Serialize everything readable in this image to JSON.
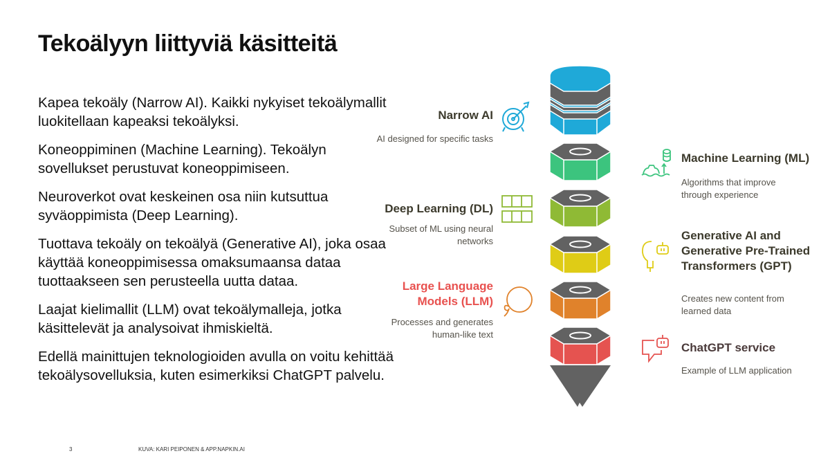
{
  "title": "Tekoälyyn liittyviä käsitteitä",
  "paragraphs": [
    "Kapea tekoäly (Narrow AI). Kaikki nykyiset tekoälymallit luokitellaan kapeaksi tekoälyksi.",
    "Koneoppiminen (Machine Learning). Tekoälyn sovellukset perustuvat koneoppimiseen.",
    "Neuroverkot ovat keskeinen osa niin kutsuttua syväoppimista (Deep Learning).",
    "Tuottava tekoäly on tekoälyä (Generative AI), joka osaa käyttää koneoppimisessa omaksumaansa dataa tuottaakseen sen perusteella uutta dataa.",
    "Laajat kielimallit (LLM) ovat tekoälymalleja, jotka käsittelevät ja analysoivat ihmiskieltä.",
    "Edellä mainittujen teknologioiden avulla on voitu kehittää tekoälysovelluksia, kuten esimerkiksi ChatGPT palvelu."
  ],
  "footer": {
    "page": "3",
    "credit": "KUVA: KARI PEIPONEN & APP.NAPKIN.AI"
  },
  "diagram": {
    "narrow": {
      "label": "Narrow AI",
      "desc": "AI designed for specific tasks",
      "icon": "target-icon",
      "color": "#1fa9d8"
    },
    "ml": {
      "label": "Machine Learning (ML)",
      "desc": "Algorithms that improve through experience",
      "icon": "gear-database-icon",
      "color": "#3cc47e"
    },
    "dl": {
      "label": "Deep Learning (DL)",
      "desc": "Subset of ML using neural networks",
      "icon": "grid-icon",
      "color": "#8fba35"
    },
    "gen": {
      "label": "Generative AI and Generative Pre-Trained Transformers (GPT)",
      "desc": "Creates new content from learned data",
      "icon": "lightbulb-robot-icon",
      "color": "#dfcc16"
    },
    "llm": {
      "label": "Large Language Models (LLM)",
      "desc": "Processes and generates human-like text",
      "icon": "speech-loop-icon",
      "color": "#e0822b",
      "label_color": "#e8514f"
    },
    "chat": {
      "label": "ChatGPT service",
      "desc": "Example of LLM application",
      "icon": "chat-robot-icon",
      "color": "#e55350"
    }
  }
}
